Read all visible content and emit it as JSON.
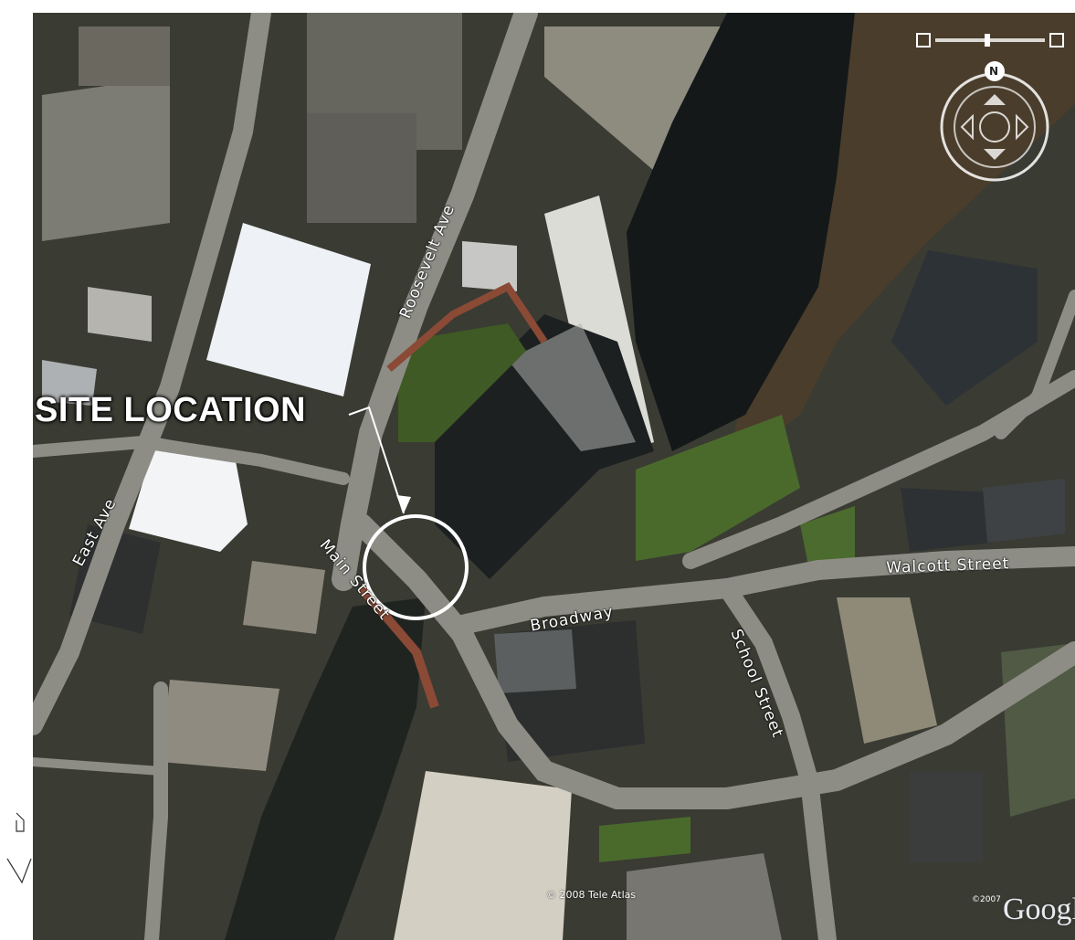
{
  "callout": {
    "label": "SITE LOCATION"
  },
  "streets": {
    "roosevelt": "Roosevelt Ave",
    "east": "East Ave",
    "main": "Main Street",
    "broadway": "Broadway",
    "walcott": "Walcott Street",
    "school": "School Street"
  },
  "attribution": {
    "copyright": "© 2008 Tele Atlas",
    "year": "©2007",
    "logo": "Google"
  },
  "controls": {
    "north": "N"
  },
  "colors": {
    "river": "#15191b",
    "road": "#8d8d86",
    "grass": "#3f5a25",
    "roof_light": "#eef2f6",
    "circle": "#ffffff"
  }
}
